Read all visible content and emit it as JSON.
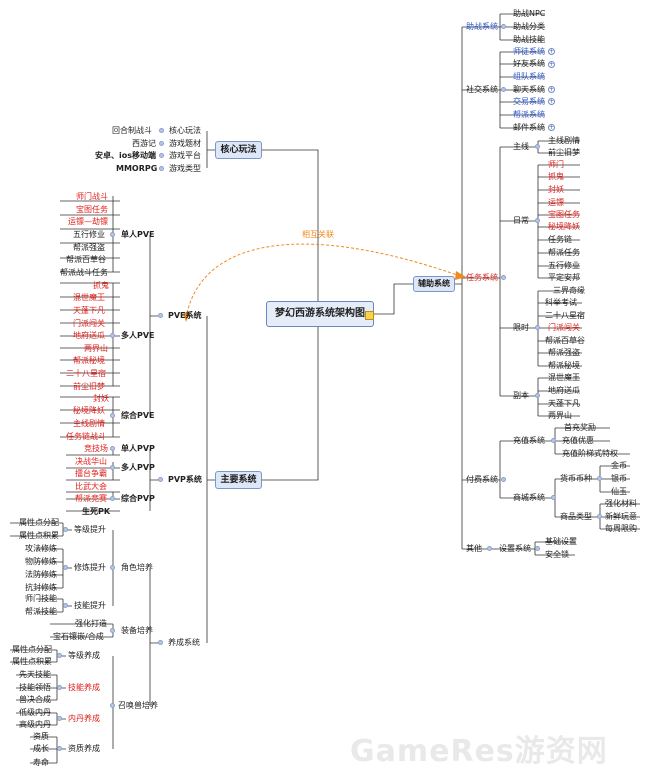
{
  "root": "梦幻西游系统架构图",
  "relation": "相互关联",
  "watermark": "GameRes游资网",
  "core": {
    "title": "核心玩法",
    "items": [
      {
        "label": "核心玩法",
        "value": "回合制战斗"
      },
      {
        "label": "游戏题材",
        "value": "西游记"
      },
      {
        "label": "游戏平台",
        "value": "安卓、ios移动端"
      },
      {
        "label": "游戏类型",
        "value": "MMORPG"
      }
    ]
  },
  "main": {
    "title": "主要系统",
    "pve": {
      "title": "PVE系统",
      "single_title": "单人PVE",
      "single": [
        "师门战斗",
        "宝图任务",
        "运镖—劫镖",
        "五行修业",
        "帮派强盗",
        "帮派百草谷",
        "帮派战斗任务"
      ],
      "multi_title": "多人PVE",
      "multi": [
        "抓鬼",
        "混世魔王",
        "天蓬下凡",
        "门派闯关",
        "地府送瓜",
        "两界山",
        "帮派秘境",
        "二十八星宿",
        "前尘旧梦"
      ],
      "mixed_title": "综合PVE",
      "mixed": [
        "封妖",
        "秘境降妖",
        "主线剧情",
        "任务链战斗"
      ]
    },
    "pvp": {
      "title": "PVP系统",
      "single_title": "单人PVP",
      "single": [
        "竞技场"
      ],
      "multi_title": "多人PVP",
      "multi": [
        "决战华山",
        "擂台争霸",
        "比武大会"
      ],
      "mixed_title": "综合PVP",
      "mixed": [
        "帮派竞赛"
      ],
      "extra": "生死PK"
    },
    "growth": {
      "title": "养成系统",
      "role": {
        "title": "角色培养",
        "level_title": "等级提升",
        "level": [
          "属性点分配",
          "属性点积累"
        ],
        "cult_title": "修炼提升",
        "cult": [
          "攻法修炼",
          "物防修炼",
          "法防修炼",
          "抗封修炼"
        ],
        "skill_title": "技能提升",
        "skill": [
          "师门技能",
          "帮派技能"
        ]
      },
      "equip": {
        "title": "装备培养",
        "items": [
          "强化打造",
          "宝石镶嵌/合成"
        ]
      },
      "pet": {
        "title": "召唤兽培养",
        "level_title": "等级养成",
        "level": [
          "属性点分配",
          "属性点积累"
        ],
        "skill_title": "技能养成",
        "skill": [
          "先天技能",
          "技能领悟",
          "兽决合成"
        ],
        "core_title": "内丹养成",
        "core": [
          "低级内丹",
          "高级内丹"
        ],
        "apt_title": "资质养成",
        "apt": [
          "资质",
          "成长",
          "寿命"
        ]
      }
    }
  },
  "aux": {
    "title": "辅助系统",
    "battle": {
      "title": "助战系统",
      "items": [
        "助战NPC",
        "助战分类",
        "助战技能"
      ]
    },
    "social": {
      "title": "社交系统",
      "items": [
        "师徒系统",
        "好友系统",
        "组队系统",
        "聊天系统",
        "交易系统",
        "帮派系统",
        "邮件系统"
      ]
    },
    "task": {
      "title": "任务系统",
      "main_title": "主线",
      "main": [
        "主线剧情",
        "前尘旧梦"
      ],
      "daily_title": "日常",
      "daily": [
        "师门",
        "抓鬼",
        "封妖",
        "运镖",
        "宝图任务",
        "秘境降妖",
        "任务链",
        "帮派任务",
        "五行修业",
        "平定安邦"
      ],
      "limited_title": "限时",
      "limited": [
        "三界奇缘",
        "科举考试",
        "二十八星宿",
        "门派闯关",
        "帮派百草谷",
        "帮派强盗",
        "帮派秘境"
      ],
      "dungeon_title": "副本",
      "dungeon": [
        "混世魔王",
        "地府送瓜",
        "天蓬下凡",
        "两界山"
      ]
    },
    "pay": {
      "title": "付费系统",
      "recharge_title": "充值系统",
      "recharge": [
        "首充奖励",
        "充值优惠",
        "充值阶梯式特权"
      ],
      "shop_title": "商城系统",
      "currency_title": "货币币种",
      "currency": [
        "金币",
        "银币",
        "仙玉"
      ],
      "goods_title": "商品类型",
      "goods": [
        "强化材料",
        "新鲜玩意",
        "每周限购"
      ]
    },
    "other": {
      "title": "其他",
      "settings_title": "设置系统",
      "settings": [
        "基础设置",
        "安全锁"
      ]
    }
  }
}
